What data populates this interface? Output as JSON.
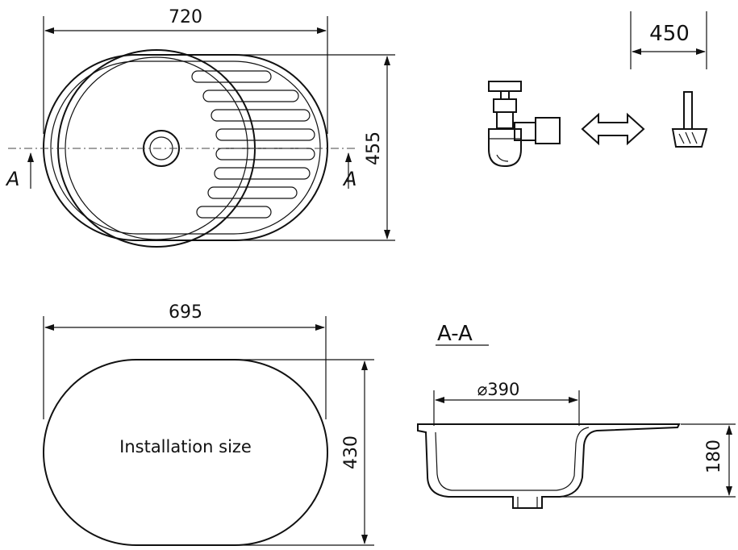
{
  "top_view": {
    "width_label": "720",
    "height_label": "455",
    "section_marker_left": "A",
    "section_marker_right": "A"
  },
  "side_detail": {
    "depth_label": "450"
  },
  "install_view": {
    "width_label": "695",
    "height_label": "430",
    "caption": "Installation size"
  },
  "section_view": {
    "title": "A-A",
    "diameter_label": "⌀390",
    "depth_label": "180"
  }
}
